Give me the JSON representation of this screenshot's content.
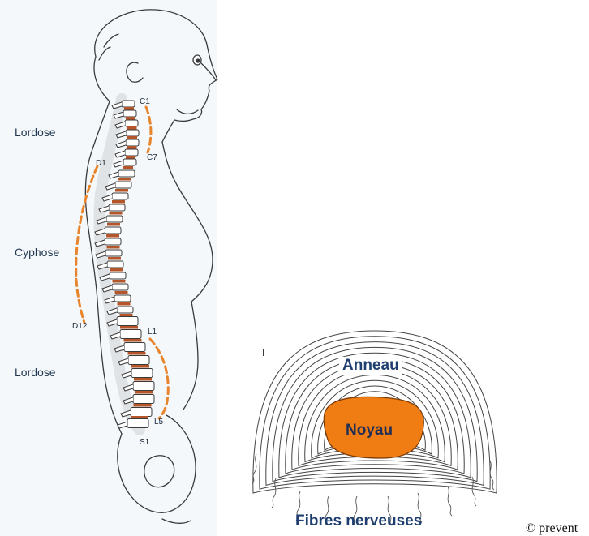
{
  "spine": {
    "curves": [
      {
        "label": "Lordose"
      },
      {
        "label": "Cyphose"
      },
      {
        "label": "Lordose"
      }
    ],
    "vertebra_markers": [
      "C1",
      "C7",
      "D1",
      "D12",
      "L1",
      "L5",
      "S1"
    ]
  },
  "disc": {
    "section_marker": "I",
    "ring_label": "Anneau",
    "core_label": "Noyau",
    "nerves_label": "Fibres nerveuses"
  },
  "colors": {
    "curve_dash": "#e8842c",
    "nucleus_fill": "#f07c14",
    "label_blue": "#1f3f70",
    "outline": "#333333"
  },
  "copyright": "© prevent"
}
